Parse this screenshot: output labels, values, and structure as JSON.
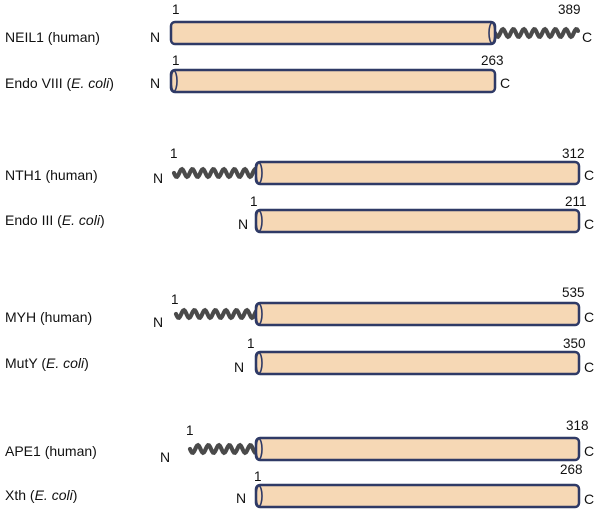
{
  "colors": {
    "domain_fill": "#f6d8b5",
    "domain_stroke": "#2f3a66",
    "tail": "#4a4a4a"
  },
  "groups": [
    {
      "proteins": [
        {
          "id": "neil1",
          "name": "NEIL1",
          "species": "human",
          "italic_species": false,
          "start": "1",
          "end": "389",
          "n_label": "N",
          "c_label": "C",
          "tail": "c-terminal"
        },
        {
          "id": "endo8",
          "name": "Endo VIII",
          "species": "E. coli",
          "italic_species": true,
          "start": "1",
          "end": "263",
          "n_label": "N",
          "c_label": "C",
          "tail": "none"
        }
      ]
    },
    {
      "proteins": [
        {
          "id": "nth1",
          "name": "NTH1",
          "species": "human",
          "italic_species": false,
          "start": "1",
          "end": "312",
          "n_label": "N",
          "c_label": "C",
          "tail": "n-terminal"
        },
        {
          "id": "endo3",
          "name": "Endo III",
          "species": "E. coli",
          "italic_species": true,
          "start": "1",
          "end": "211",
          "n_label": "N",
          "c_label": "C",
          "tail": "none"
        }
      ]
    },
    {
      "proteins": [
        {
          "id": "myh",
          "name": "MYH",
          "species": "human",
          "italic_species": false,
          "start": "1",
          "end": "535",
          "n_label": "N",
          "c_label": "C",
          "tail": "n-terminal"
        },
        {
          "id": "muty",
          "name": "MutY",
          "species": "E. coli",
          "italic_species": true,
          "start": "1",
          "end": "350",
          "n_label": "N",
          "c_label": "C",
          "tail": "none"
        }
      ]
    },
    {
      "proteins": [
        {
          "id": "ape1",
          "name": "APE1",
          "species": "human",
          "italic_species": false,
          "start": "1",
          "end": "318",
          "n_label": "N",
          "c_label": "C",
          "tail": "n-terminal"
        },
        {
          "id": "xth",
          "name": "Xth",
          "species": "E. coli",
          "italic_species": true,
          "start": "1",
          "end": "268",
          "n_label": "N",
          "c_label": "C",
          "tail": "none"
        }
      ]
    }
  ]
}
